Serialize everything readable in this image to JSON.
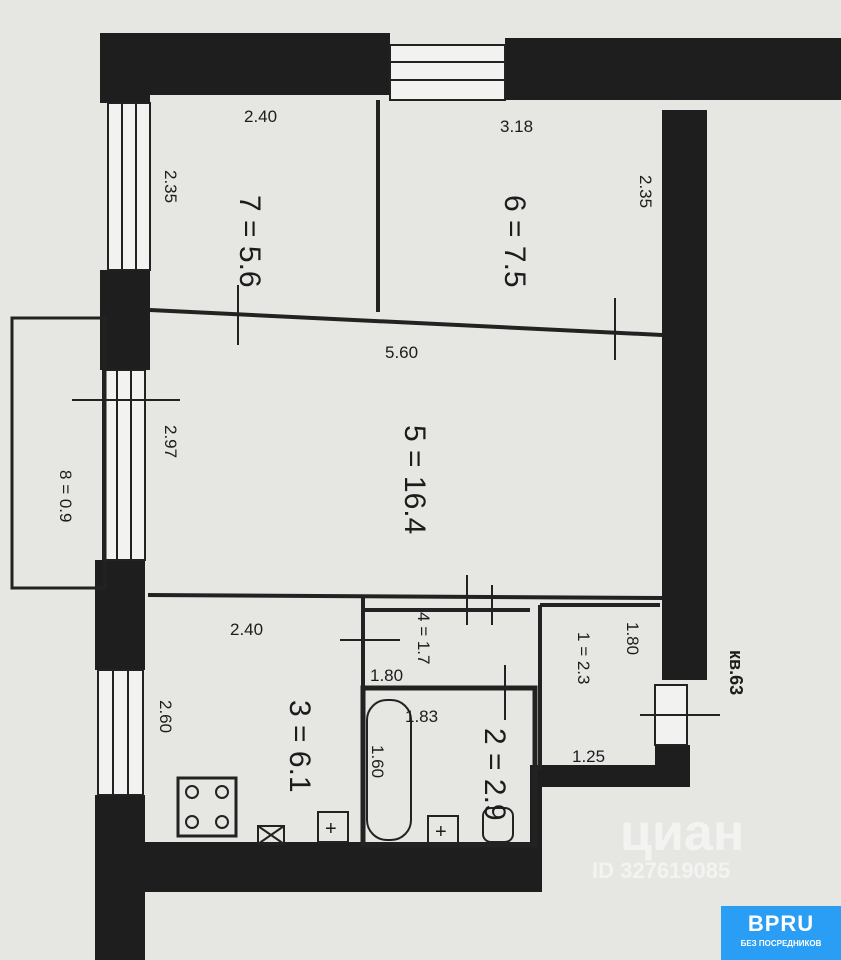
{
  "plan": {
    "apartment_label": "кв.63",
    "rooms": [
      {
        "number": "7",
        "area": "5.6",
        "width": "2.40",
        "depth": "2.35"
      },
      {
        "number": "6",
        "area": "7.5",
        "width": "3.18",
        "depth": "2.35"
      },
      {
        "number": "5",
        "area": "16.4",
        "width": "5.60",
        "depth": "2.97"
      },
      {
        "number": "8",
        "area": "0.9"
      },
      {
        "number": "4",
        "area": "1.7",
        "width": "1.80"
      },
      {
        "number": "3",
        "area": "6.1",
        "width": "2.40",
        "depth": "2.60"
      },
      {
        "number": "2",
        "area": "2.9",
        "width": "1.83",
        "depth": "1.60"
      },
      {
        "number": "1",
        "area": "2.3",
        "width": "1.25",
        "depth": "1.80"
      }
    ]
  },
  "watermark": {
    "brand": "циан",
    "id": "ID 327619085"
  },
  "badge": {
    "name": "BPRU",
    "tagline": "БЕЗ ПОСРЕДНИКОВ"
  }
}
